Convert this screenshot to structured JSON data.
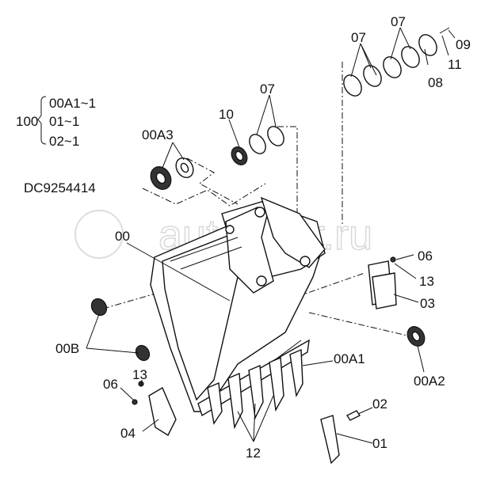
{
  "drawing_code": "DC9254414",
  "watermark": "autopiter.ru",
  "assembly": {
    "number": "100",
    "items": [
      "00A1~1",
      "01~1",
      "02~1"
    ]
  },
  "callouts": {
    "c07_a": "07",
    "c07_b": "07",
    "c07_c": "07",
    "c09": "09",
    "c11": "11",
    "c08": "08",
    "c10": "10",
    "c00A3": "00A3",
    "c00": "00",
    "c06_a": "06",
    "c13_a": "13",
    "c03": "03",
    "c00B": "00B",
    "c00A1": "00A1",
    "c13_b": "13",
    "c06_b": "06",
    "c00A2": "00A2",
    "c02": "02",
    "c04": "04",
    "c01": "01",
    "c12": "12"
  }
}
